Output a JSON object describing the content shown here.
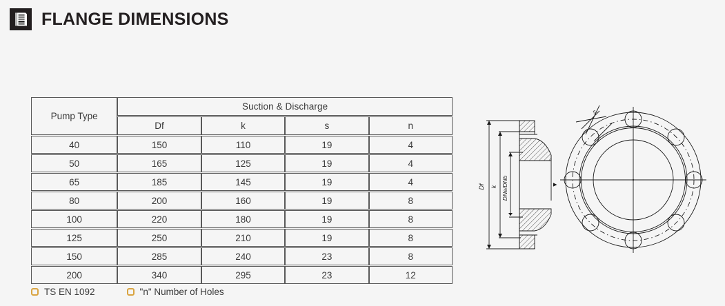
{
  "header": {
    "icon": "document-icon",
    "title": "FLANGE DIMENSIONS"
  },
  "table": {
    "group_headers": [
      {
        "label": "Pump Type",
        "span": 1,
        "rowspan": 2
      },
      {
        "label": "Suction & Discharge",
        "span": 4,
        "rowspan": 1
      }
    ],
    "sub_headers": [
      "Df",
      "k",
      "s",
      "n"
    ],
    "rows": [
      {
        "pump_type": "40",
        "Df": "150",
        "k": "110",
        "s": "19",
        "n": "4"
      },
      {
        "pump_type": "50",
        "Df": "165",
        "k": "125",
        "s": "19",
        "n": "4"
      },
      {
        "pump_type": "65",
        "Df": "185",
        "k": "145",
        "s": "19",
        "n": "4"
      },
      {
        "pump_type": "80",
        "Df": "200",
        "k": "160",
        "s": "19",
        "n": "8"
      },
      {
        "pump_type": "100",
        "Df": "220",
        "k": "180",
        "s": "19",
        "n": "8"
      },
      {
        "pump_type": "125",
        "Df": "250",
        "k": "210",
        "s": "19",
        "n": "8"
      },
      {
        "pump_type": "150",
        "Df": "285",
        "k": "240",
        "s": "23",
        "n": "8"
      },
      {
        "pump_type": "200",
        "Df": "340",
        "k": "295",
        "s": "23",
        "n": "12"
      }
    ]
  },
  "legend": {
    "items": [
      {
        "label": "TS EN 1092"
      },
      {
        "label": "\"n\" Number of Holes"
      }
    ],
    "bullet_color": "#d9a441"
  },
  "drawing": {
    "section_view": {
      "dimension_labels": [
        "Df",
        "k",
        "DNe/DNb"
      ]
    },
    "front_view": {
      "label": "s",
      "bolt_hole_count": 8
    }
  },
  "colors": {
    "background": "#f5f5f5",
    "text": "#231f20",
    "table_text": "#3a3a3a",
    "table_border": "#595959",
    "accent": "#d9a441",
    "drawing_line": "#1a1a1a"
  }
}
